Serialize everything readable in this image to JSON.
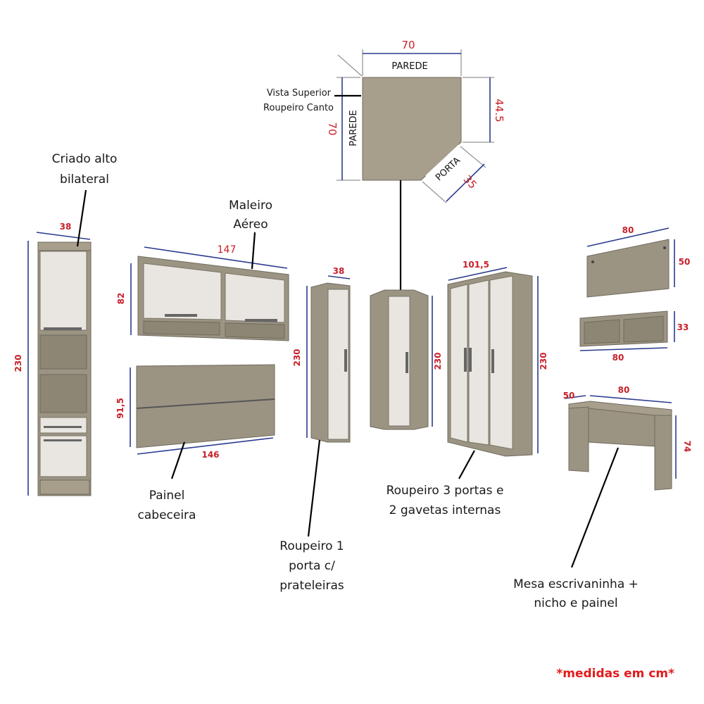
{
  "labels": {
    "criado": [
      "Criado alto",
      "bilateral"
    ],
    "maleiro": [
      "Maleiro",
      "Aéreo"
    ],
    "painel": [
      "Painel",
      "cabeceira"
    ],
    "roupeiro1": [
      "Roupeiro 1",
      "porta c/",
      "prateleiras"
    ],
    "roupeiro3": [
      "Roupeiro 3 portas e",
      "2 gavetas internas"
    ],
    "mesa": [
      "Mesa escrivaninha +",
      "nicho e painel"
    ],
    "vista": [
      "Vista Superior",
      "Roupeiro Canto"
    ]
  },
  "corner_view": {
    "wall_top": "PAREDE",
    "wall_left": "PAREDE",
    "door": "PORTA",
    "dim_width": "70",
    "dim_depth": "70",
    "dim_side": "44.5",
    "dim_door": "35"
  },
  "dimensions": {
    "criado_width": "38",
    "criado_height": "230",
    "maleiro_width": "147",
    "maleiro_height": "82",
    "painel_height": "91,5",
    "painel_width": "146",
    "roupeiro1_width": "38",
    "roupeiro1_height": "230",
    "canto_height": "230",
    "roupeiro3_width": "101,5",
    "roupeiro3_height": "230",
    "mesa_panel_width": "80",
    "mesa_panel_height": "50",
    "nicho_height": "33",
    "nicho_width": "80",
    "mesa_depth": "50",
    "mesa_width": "80",
    "mesa_height": "74"
  },
  "note": "*medidas em cm*",
  "colors": {
    "dimension_text": "#c8202a",
    "dimension_line": "#2b3b8f",
    "note": "#e21b1b",
    "wood": "#9b9483",
    "door": "#e9e6e1"
  }
}
